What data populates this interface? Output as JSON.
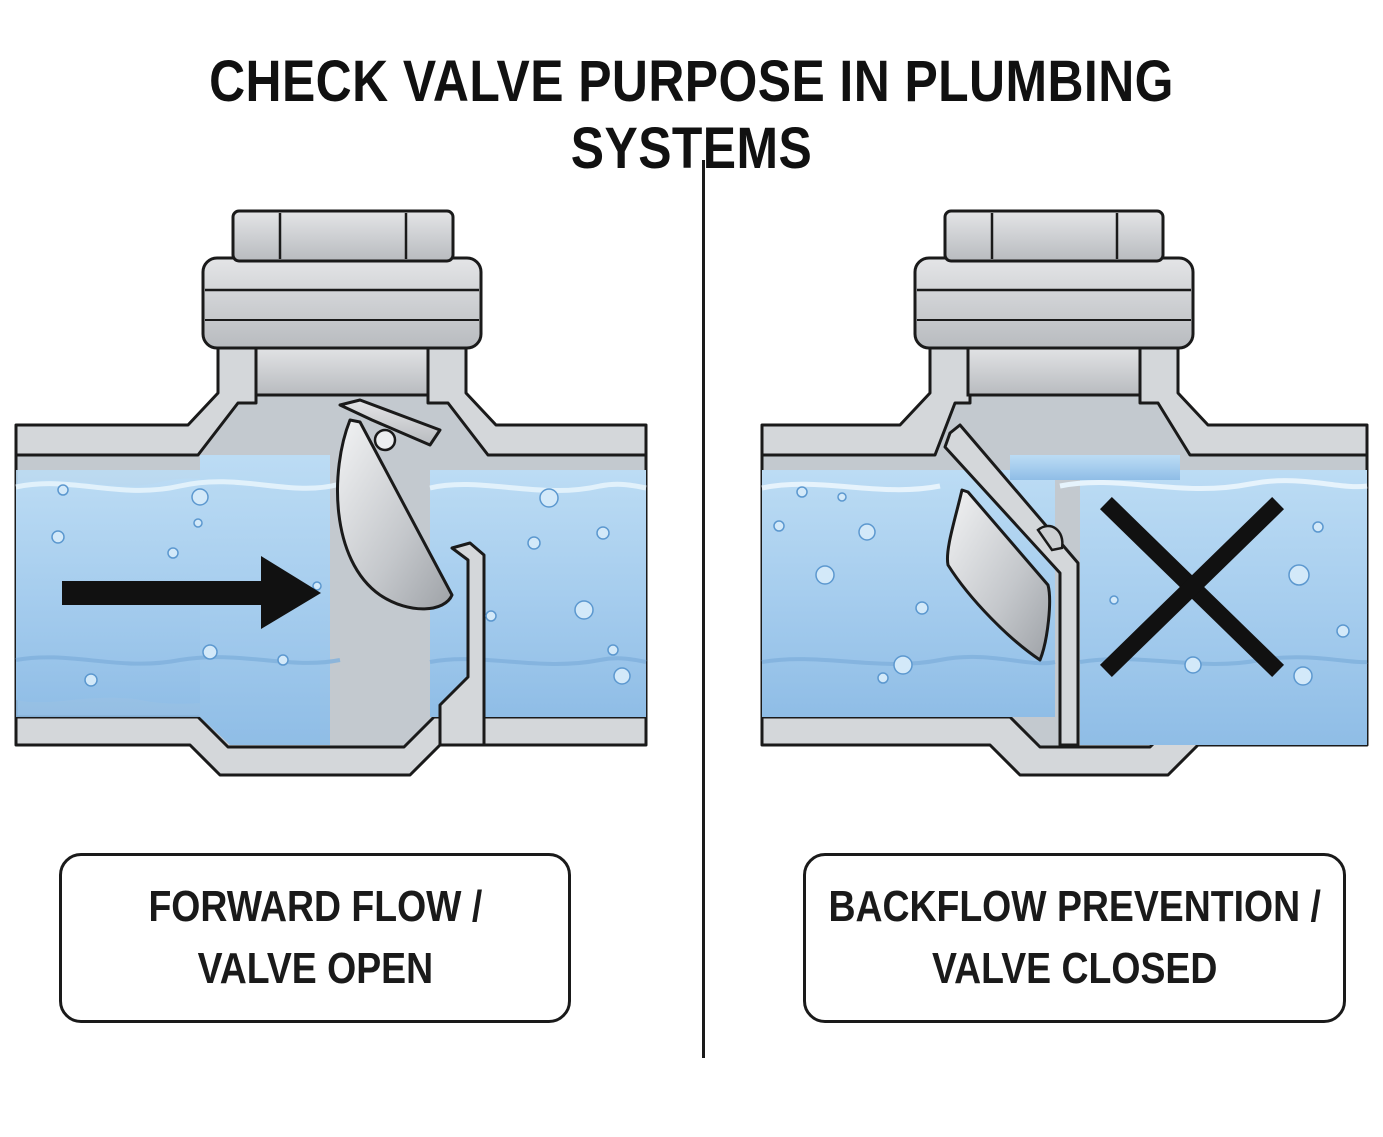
{
  "title": "CHECK VALVE PURPOSE IN PLUMBING SYSTEMS",
  "panels": [
    {
      "state": "open",
      "label_line1": "FORWARD FLOW /",
      "label_line2": "VALVE OPEN",
      "flow_indicator": "right-arrow-icon"
    },
    {
      "state": "closed",
      "label_line1": "BACKFLOW PREVENTION /",
      "label_line2": "VALVE CLOSED",
      "flow_indicator": "x-mark-icon"
    }
  ],
  "colors": {
    "water": "#a9cfee",
    "water_dark": "#8dbbe3",
    "pipe_wall": "#d3d6d9",
    "metal": "#c9cbce",
    "outline": "#1a1a1a"
  }
}
